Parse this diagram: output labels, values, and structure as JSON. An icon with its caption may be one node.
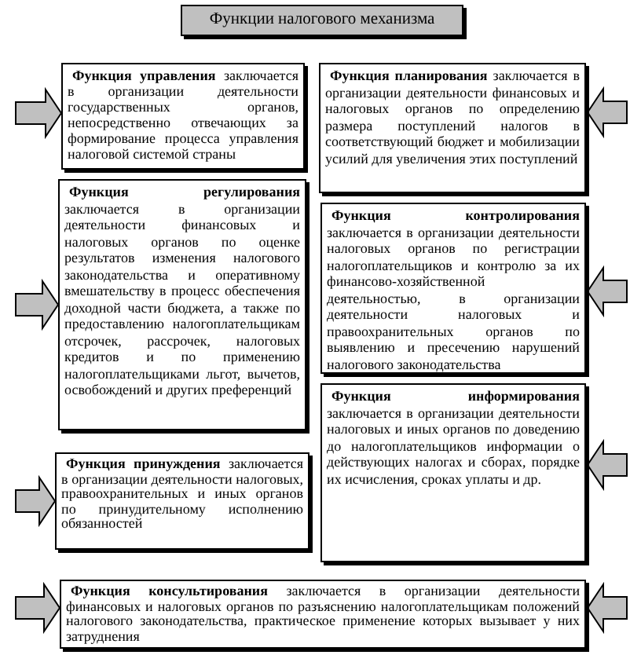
{
  "diagram": {
    "nodes": [
      {
        "text": [
          "Функции налогового механизма"
        ]
      },
      {
        "text": [
          "**Функция управления** заключается в организации деятельности государственных органов, непосредственно отвечающих за формирование процесса управления налоговой системой страны"
        ]
      },
      {
        "text": [
          "**Функция планирования** заключается в организации деятельности финансовых и налоговых органов по определению размера поступлений налогов в соответствующий бюджет и мобилизации усилий для увеличения этих поступлений"
        ]
      },
      {
        "text": [
          "**Функция регулирования** заключается в организации деятельности финансовых и налоговых органов по оценке результатов изменения налогового законодательства и оперативному вмешательству в процесс обеспечения доходной части бюджета, а также по предоставлению налогоплательщикам отсрочек, рассрочек, налоговых кредитов и по применению налогоплательщиками льгот, вычетов, освобождений и других преференций"
        ]
      },
      {
        "text": [
          "**Функция контролирования** заключается в организации деятельности налоговых органов по регистрации налогоплательщиков и контролю за их финансово-хозяйственной деятельностью, в организации деятельности налоговых и правоохранительных органов по выявлению и пресечению нарушений налогового законодательства"
        ]
      },
      {
        "text": [
          "**Функция информирования** заключается в организации деятельности налоговых и иных органов по доведению до налогоплательщиков информации о действующих налогах и сборах, порядке их исчисления, сроках уплаты и др."
        ]
      },
      {
        "text": [
          "**Функция принуждения** заключается в организации деятельности налоговых, правоохранительных и иных органов по принудительному исполнению обязанностей"
        ]
      },
      {
        "text": [
          "**Функция консультирования** заключается в организации деятельности финансовых и налоговых органов по разъяснению налогоплательщикам положений налогового законодательства, практическое применение которых вызывает у них затруднения"
        ]
      }
    ],
    "edges": [
      {
        "from": null,
        "to": 1,
        "arrow": "to"
      },
      {
        "from": null,
        "to": 2,
        "arrow": "to"
      },
      {
        "from": null,
        "to": 3,
        "arrow": "to"
      },
      {
        "from": null,
        "to": 4,
        "arrow": "to"
      },
      {
        "from": null,
        "to": 5,
        "arrow": "to"
      },
      {
        "from": null,
        "to": 6,
        "arrow": "to"
      },
      {
        "from": null,
        "to": 7,
        "arrow": "to"
      },
      {
        "from": null,
        "to": 7,
        "arrow": "to"
      }
    ]
  }
}
